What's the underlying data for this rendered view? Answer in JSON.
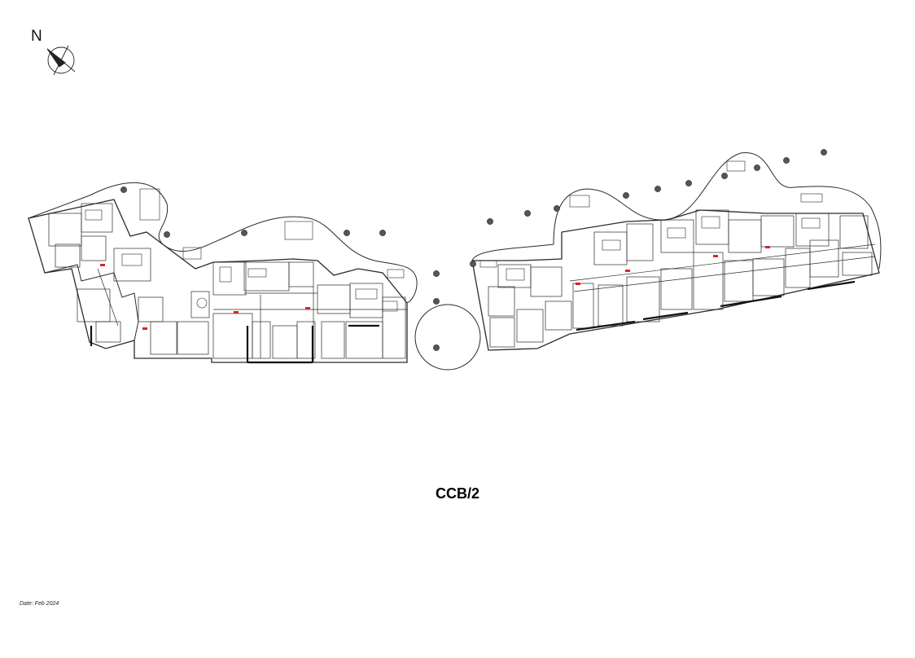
{
  "compass": {
    "label": "N"
  },
  "title": "CCB/2",
  "date_note": "Date: Feb 2024",
  "colors": {
    "line": "#2a2a2a",
    "unit_tag": "#d8232a",
    "column": "#555555"
  },
  "icons": [
    "compass-rose-icon"
  ]
}
